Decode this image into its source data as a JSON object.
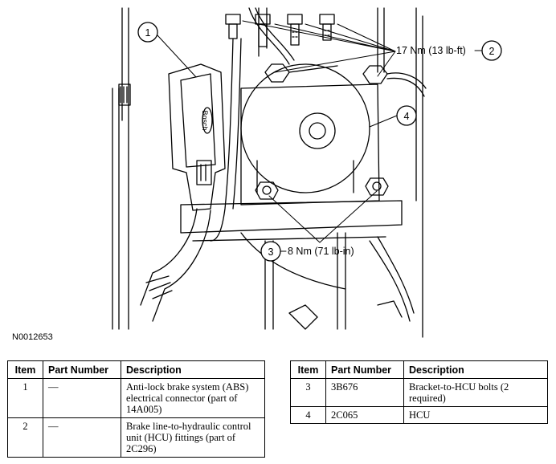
{
  "figure": {
    "id": "N0012653",
    "callouts": [
      {
        "num": "1"
      },
      {
        "num": "2",
        "text": "17 Nm (13 lb-ft)"
      },
      {
        "num": "3",
        "text": "8 Nm (71 lb-in)"
      },
      {
        "num": "4"
      }
    ],
    "connector_label": "Bosch"
  },
  "table": {
    "headers": {
      "item": "Item",
      "part": "Part Number",
      "desc": "Description"
    },
    "rows": [
      {
        "item": "1",
        "part": "—",
        "desc": "Anti-lock brake system (ABS) electrical connector (part of 14A005)"
      },
      {
        "item": "2",
        "part": "—",
        "desc": "Brake line-to-hydraulic control unit (HCU) fittings (part of 2C296)"
      },
      {
        "item": "3",
        "part": "3B676",
        "desc": "Bracket-to-HCU bolts (2 required)"
      },
      {
        "item": "4",
        "part": "2C065",
        "desc": "HCU"
      }
    ]
  }
}
